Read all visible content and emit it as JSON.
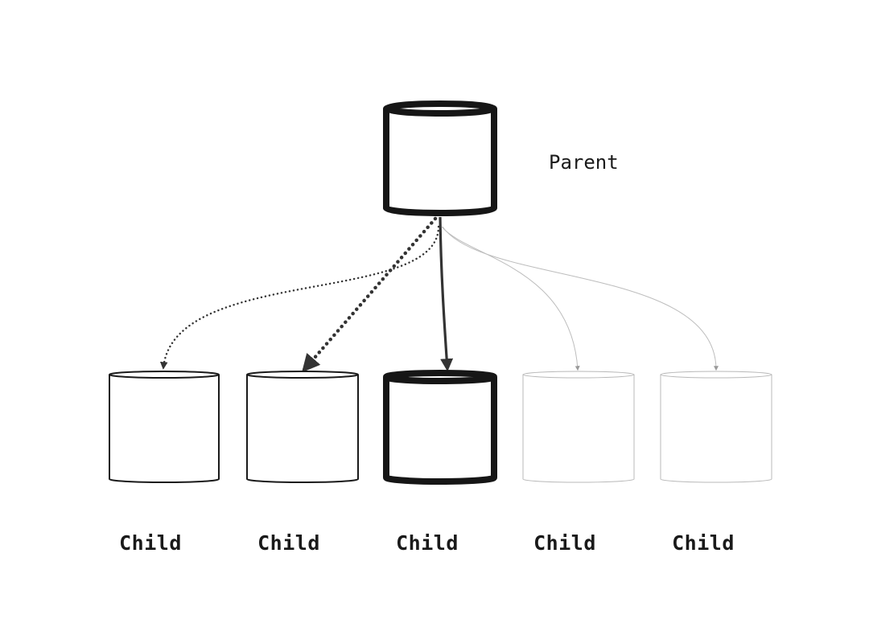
{
  "parent": {
    "label": "Parent"
  },
  "children": [
    {
      "label": "Child"
    },
    {
      "label": "Child"
    },
    {
      "label": "Child"
    },
    {
      "label": "Child"
    },
    {
      "label": "Child"
    }
  ]
}
